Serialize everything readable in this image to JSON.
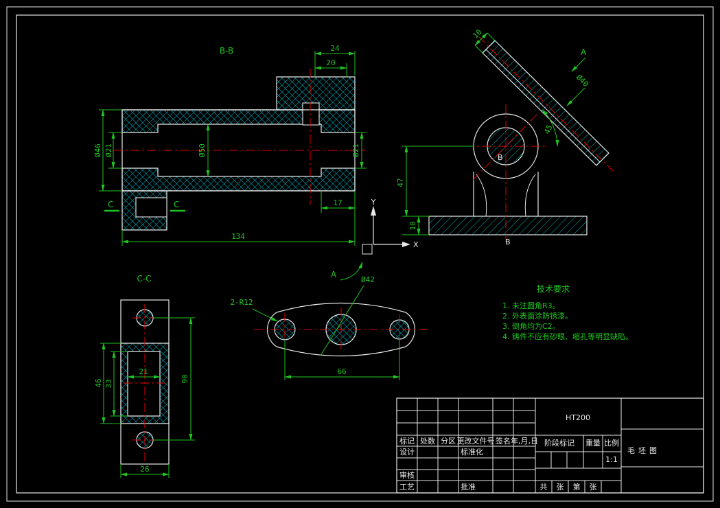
{
  "colors": {
    "background": "#000000",
    "outline": "#e9e9e9",
    "hatch": "#00c8dc",
    "dimension": "#21c421",
    "centerline": "#e00000"
  },
  "views": {
    "bb": {
      "label": "B-B",
      "dim_24": "24",
      "dim_20": "20",
      "dim_d46": "Ø46",
      "dim_d21_left": "Ø21",
      "dim_d50": "Ø50",
      "dim_d21_right": "Ø21",
      "dim_17": "17",
      "dim_134": "134",
      "section_mark_left": "C",
      "section_mark_right": "C"
    },
    "front": {
      "dim_10_plate": "10",
      "dim_d40": "Ø40",
      "dim_45": "45",
      "dim_47": "47",
      "dim_10_base": "10",
      "view_arrow": "A",
      "section_mark_center": "B",
      "section_mark_bottom": "B"
    },
    "ucs": {
      "axis_x": "X",
      "axis_y": "Y"
    },
    "cc": {
      "label": "C-C",
      "dim_46": "46",
      "dim_33": "33",
      "dim_21": "21",
      "dim_90": "90",
      "dim_26": "26"
    },
    "a": {
      "label": "A",
      "dim_2r12": "2-R12",
      "dim_d42": "Ø42",
      "dim_66": "66"
    }
  },
  "tech_requirements": {
    "title": "技术要求",
    "items": [
      "1. 未注圆角R3。",
      "2. 外表面涂防锈漆。",
      "3. 倒角均为C2。",
      "4. 铸件不应有砂眼、缩孔等明显缺陷。"
    ]
  },
  "titleblock": {
    "material": "HT200",
    "drawing_title": "毛坯图",
    "header": {
      "mark": "标记",
      "count": "处数",
      "zone": "分区",
      "change_doc": "更改文件号",
      "signature": "签名",
      "date": "年,月,日"
    },
    "roles": {
      "design": "设计",
      "standardize": "标准化",
      "review": "审核",
      "process": "工艺",
      "approve": "批准"
    },
    "stage_mark": "阶段标记",
    "weight": "重量",
    "scale": "比例",
    "scale_value": "1:1",
    "sheet": {
      "total": "共",
      "sheet1": "张",
      "no": "第",
      "sheet2": "张"
    }
  }
}
